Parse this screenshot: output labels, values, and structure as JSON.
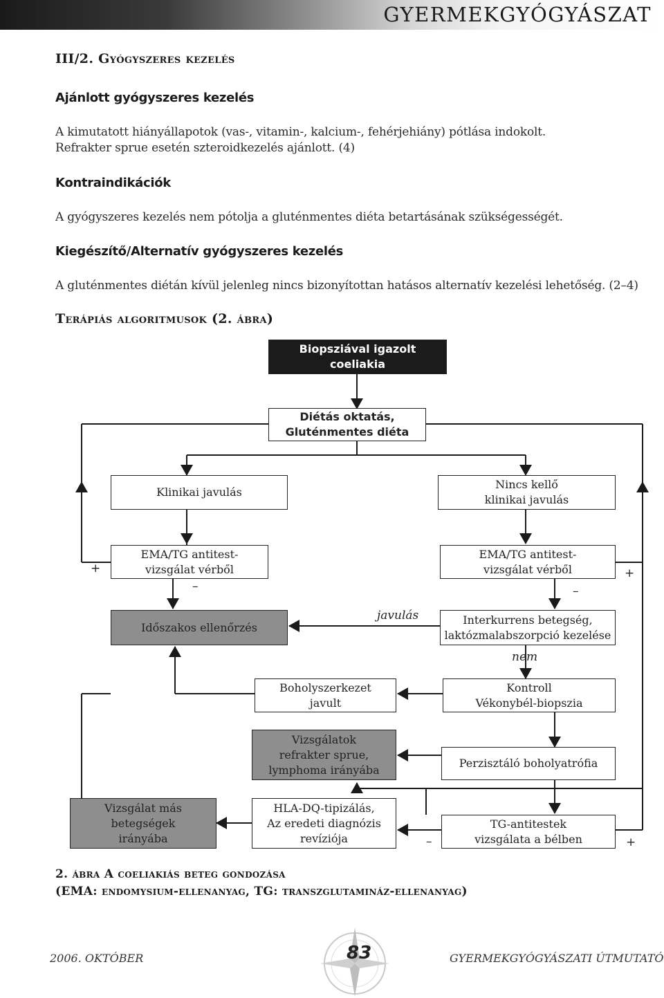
{
  "header": {
    "title": "GYERMEKGYÓGYÁSZAT"
  },
  "section": {
    "title": "III/2. Gyógyszeres kezelés",
    "recommended_heading": "Ajánlott gyógyszeres kezelés",
    "recommended_line1": "A kimutatott hiányállapotok (vas-, vitamin-, kalcium-, fehérjehiány) pótlása indokolt.",
    "recommended_line2": "Refrakter sprue esetén szteroidkezelés ajánlott. (4)",
    "contra_heading": "Kontraindikációk",
    "contra_text": "A gyógyszeres kezelés nem pótolja a gluténmentes diéta betartásának szükségességét.",
    "alt_heading": "Kiegészítő/Alternatív gyógyszeres kezelés",
    "alt_text": "A gluténmentes diétán kívül jelenleg nincs bizonyítottan hatásos alternatív kezelési lehetőség. (2–4)",
    "algo_heading": "Terápiás algoritmusok (2. ábra)"
  },
  "flow": {
    "start": "Biopsziával igazolt\ncoeliakia",
    "diet": "Diétás oktatás,\nGluténmentes diéta",
    "clinical_improve": "Klinikai javulás",
    "no_improve": "Nincs kellő\nklinikai javulás",
    "ema_left": "EMA/TG antitest-\nvizsgálat vérből",
    "ema_right": "EMA/TG antitest-\nvizsgálat vérből",
    "periodic": "Időszakos ellenőrzés",
    "intercurrent": "Interkurrens betegség,\nlaktózmalabszorpció kezelése",
    "villi_improved": "Boholyszerkezet\njavult",
    "control_biopsy": "Kontroll\nVékonybél-biopszia",
    "refractory": "Vizsgálatok\nrefrakter sprue,\nlymphoma irányába",
    "persistent": "Perzisztáló boholyatrófia",
    "other_disease": "Vizsgálat más\nbetegségek\nirányába",
    "hla": "HLA-DQ-tipizálás,\nAz eredeti diagnózis\nrevíziója",
    "tg_gut": "TG-antitestek\nvizsgálata a bélben",
    "label_plus": "+",
    "label_minus": "–",
    "label_improvement": "javulás",
    "label_no": "nem"
  },
  "caption": {
    "line1": "2. ábra A coeliakiás beteg gondozása",
    "line2": "(EMA: endomysium-ellenanyag, TG: transzglutamináz-ellenanyag)"
  },
  "footer": {
    "date": "2006. OKTÓBER",
    "page_number": "83",
    "guide": "GYERMEKGYÓGYÁSZATI ÚTMUTATÓ"
  }
}
